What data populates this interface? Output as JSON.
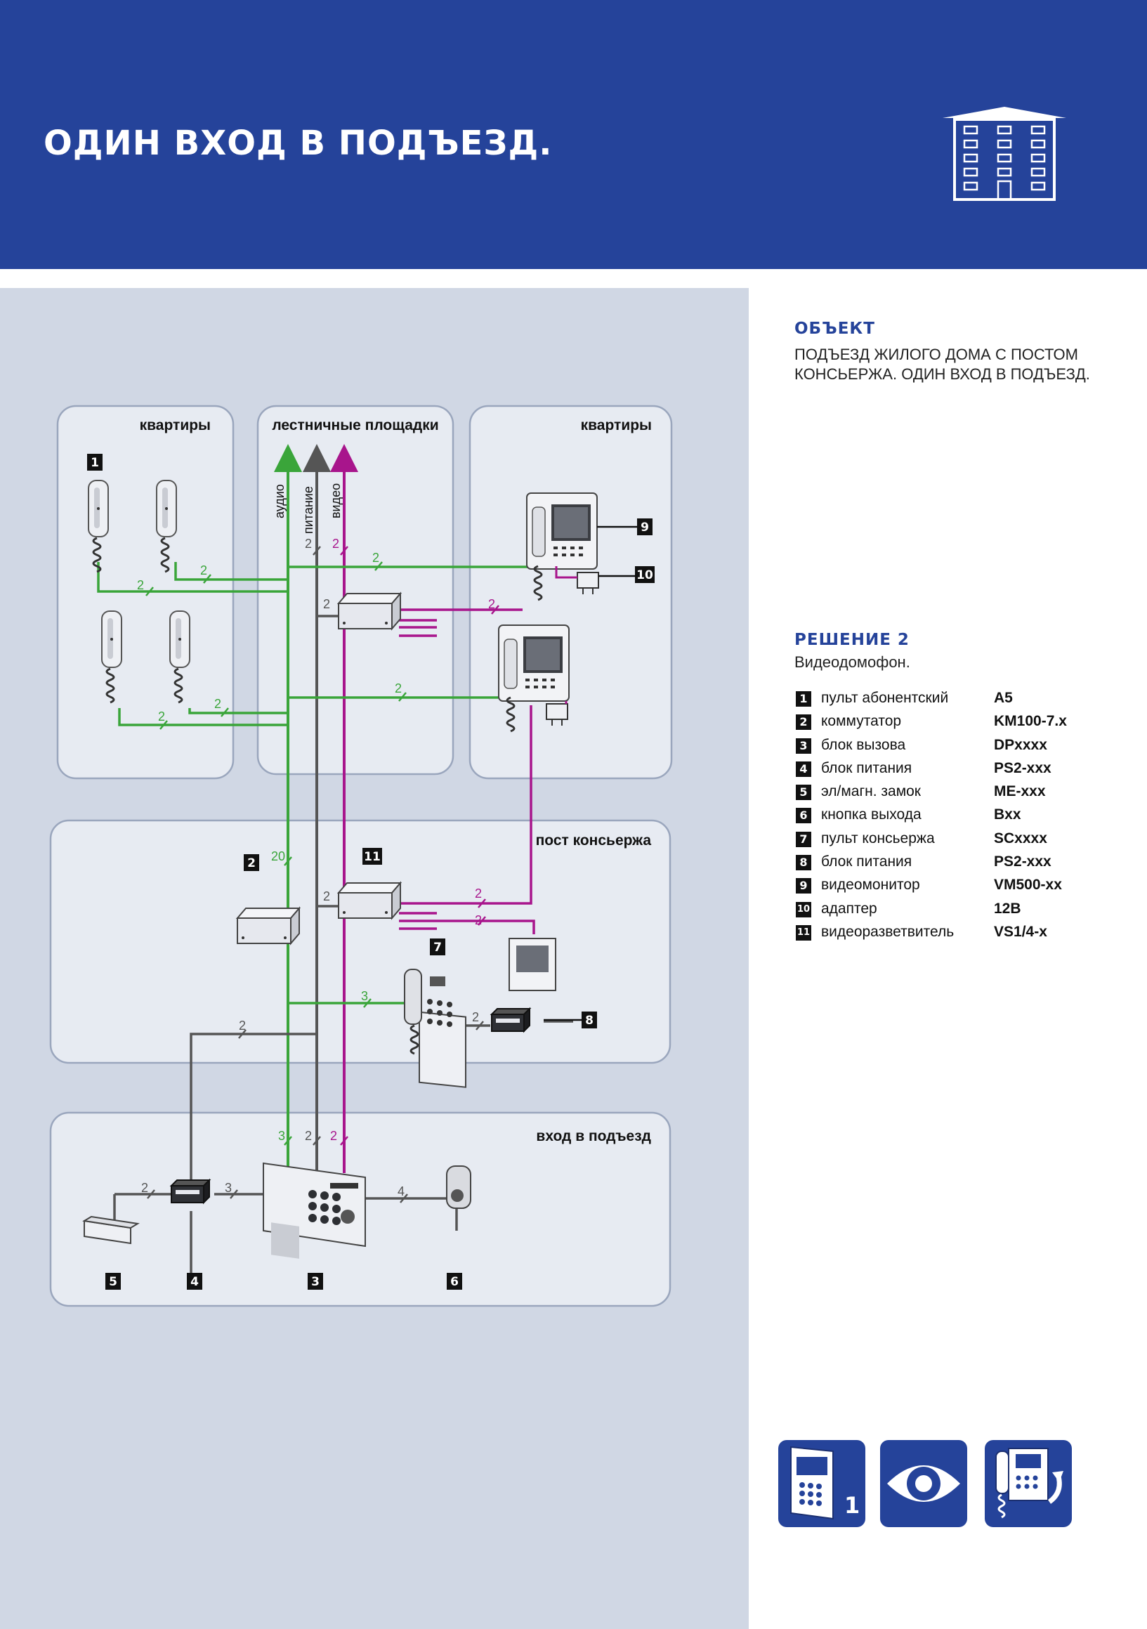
{
  "header": {
    "title": "ОДИН ВХОД В ПОДЪЕЗД.",
    "icon": "apartment-building-icon"
  },
  "object": {
    "title": "ОБЪЕКТ",
    "text": "Подъезд жилого дома с постом консьержа. Один вход в подъезд."
  },
  "solution": {
    "title": "РЕШЕНИЕ 2",
    "subtitle": "Видеодомофон."
  },
  "legend": [
    {
      "num": "1",
      "name": "пульт абонентский",
      "model": "A5"
    },
    {
      "num": "2",
      "name": "коммутатор",
      "model": "KM100-7.x"
    },
    {
      "num": "3",
      "name": "блок вызова",
      "model": "DPxxxx"
    },
    {
      "num": "4",
      "name": "блок питания",
      "model": "PS2-xxx"
    },
    {
      "num": "5",
      "name": "эл/магн. замок",
      "model": "ME-xxx"
    },
    {
      "num": "6",
      "name": "кнопка выхода",
      "model": "Bxx"
    },
    {
      "num": "7",
      "name": "пульт консьержа",
      "model": "SCxxxx"
    },
    {
      "num": "8",
      "name": "блок питания",
      "model": "PS2-xxx"
    },
    {
      "num": "9",
      "name": "видеомонитор",
      "model": "VM500-xx"
    },
    {
      "num": "10",
      "name": "адаптер",
      "model": "12В"
    },
    {
      "num": "11",
      "name": "видеоразветвитель",
      "model": "VS1/4-x"
    }
  ],
  "diagram": {
    "zones": {
      "apartments_left": "квартиры",
      "stairs": "лестничные площадки",
      "apartments_right": "квартиры",
      "concierge": "пост консьержа",
      "entrance": "вход в подъезд"
    },
    "bus_labels": {
      "audio": "аудио",
      "power": "питание",
      "video": "видео"
    },
    "wire_counts": {
      "two": "2",
      "three": "3",
      "four": "4",
      "twenty": "20"
    },
    "markers": {
      "m1": "1",
      "m2": "2",
      "m3": "3",
      "m4": "4",
      "m5": "5",
      "m6": "6",
      "m7": "7",
      "m8": "8",
      "m9": "9",
      "m10": "10",
      "m11": "11"
    },
    "colors": {
      "audio": "#3aa53a",
      "power": "#555555",
      "video": "#a8158c",
      "zone": "#e7ebf2",
      "zone_border": "#9aa6bd"
    }
  },
  "bottom_icons": [
    "call-panel-icon",
    "eye-icon",
    "concierge-console-icon"
  ],
  "bottom_icon_badge": "1"
}
